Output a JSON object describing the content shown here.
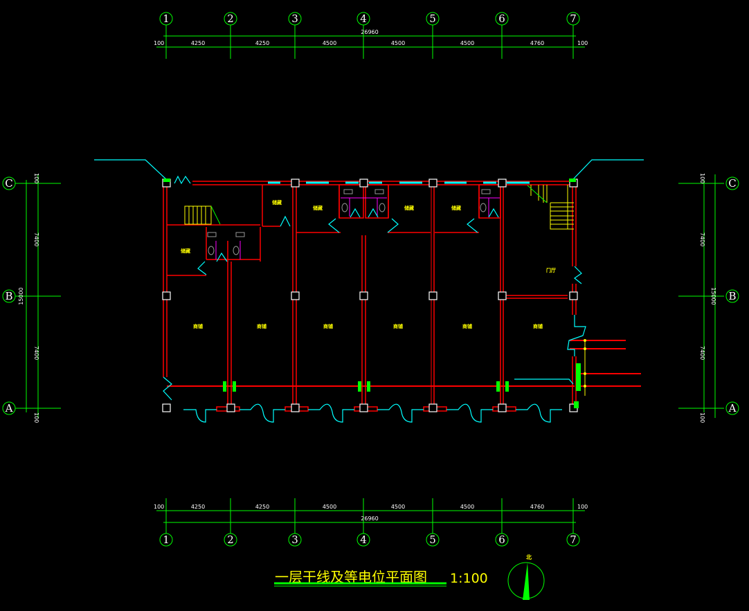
{
  "title": "一层干线及等电位平面图",
  "scale": "1:100",
  "north_label": "北",
  "axes_x": [
    "1",
    "2",
    "3",
    "4",
    "5",
    "6",
    "7"
  ],
  "axes_y": [
    "C",
    "B",
    "A"
  ],
  "dims_x": {
    "total": "26960",
    "edge_left": "100",
    "edge_right": "100",
    "spans": [
      "4250",
      "4250",
      "4500",
      "4500",
      "4500",
      "4760"
    ]
  },
  "dims_y": {
    "total": "15000",
    "edge_top": "100",
    "edge_bottom": "100",
    "spans": [
      "7400",
      "7400"
    ]
  },
  "rooms": {
    "storage": "储藏",
    "shop": "商铺",
    "lobby": "门厅"
  },
  "colors": {
    "wall": "#ff0000",
    "dimension": "#00ff00",
    "door": "#00ffff",
    "text": "#ffff00"
  }
}
